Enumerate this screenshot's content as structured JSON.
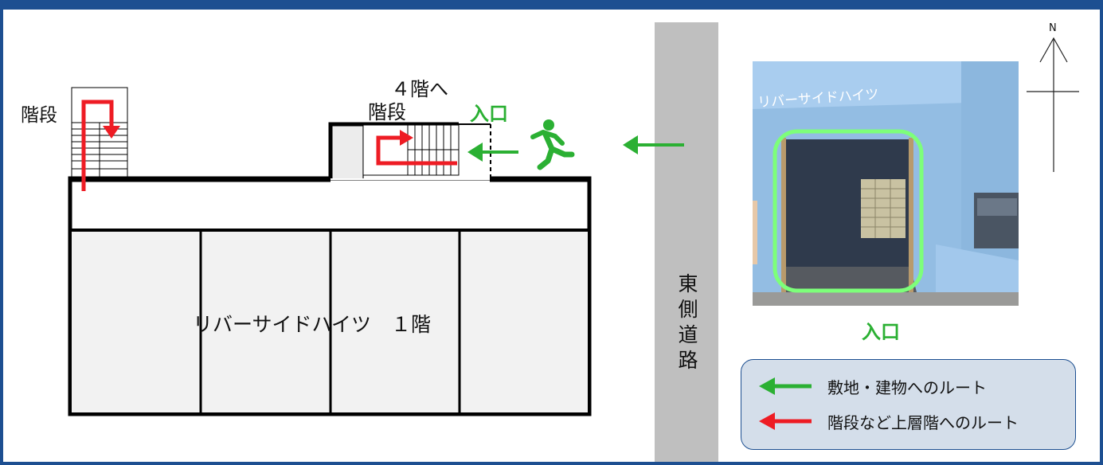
{
  "floorplan": {
    "stairs_left_label": "階段",
    "stairs_to_4f_line1": "４階へ",
    "stairs_to_4f_line2": "階段",
    "entrance_label": "入口",
    "building_label": "リバーサイドハイツ　１階"
  },
  "road": {
    "label_chars": [
      "東",
      "側",
      "道",
      "路"
    ]
  },
  "photo": {
    "sign_text": "リバーサイドハイツ",
    "caption": "入口"
  },
  "compass": {
    "north_label": "N"
  },
  "legend": {
    "items": [
      {
        "text": "敷地・建物へのルート",
        "color": "#2bb033"
      },
      {
        "text": "階段など上層階へのルート",
        "color": "#ee1c24"
      }
    ]
  },
  "colors": {
    "route_green": "#2bb033",
    "route_red": "#ee1c24",
    "road_gray": "#bfbfbf",
    "frame_blue": "#1d4f91"
  }
}
